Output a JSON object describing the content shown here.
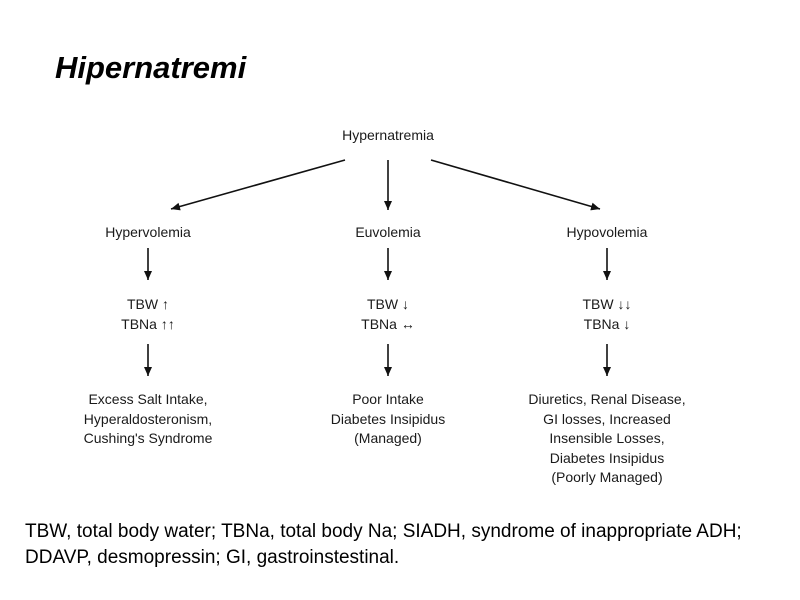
{
  "title": "Hipernatremi",
  "diagram": {
    "root": "Hypernatremia",
    "branches": [
      {
        "label": "Hypervolemia",
        "stats": [
          "TBW ↑",
          "TBNa ↑↑"
        ],
        "causes": [
          "Excess Salt Intake,",
          "Hyperaldosteronism,",
          "Cushing's Syndrome"
        ]
      },
      {
        "label": "Euvolemia",
        "stats": [
          "TBW ↓",
          "TBNa ↔"
        ],
        "causes": [
          "Poor Intake",
          "Diabetes Insipidus",
          "(Managed)"
        ]
      },
      {
        "label": "Hypovolemia",
        "stats": [
          "TBW ↓↓",
          "TBNa ↓"
        ],
        "causes": [
          "Diuretics, Renal Disease,",
          "GI losses, Increased",
          "Insensible Losses,",
          "Diabetes Insipidus",
          "(Poorly Managed)"
        ]
      }
    ]
  },
  "footnote": "TBW, total body water; TBNa, total body Na; SIADH, syndrome of inappropriate ADH; DDAVP, desmopressin; GI, gastroinstestinal."
}
